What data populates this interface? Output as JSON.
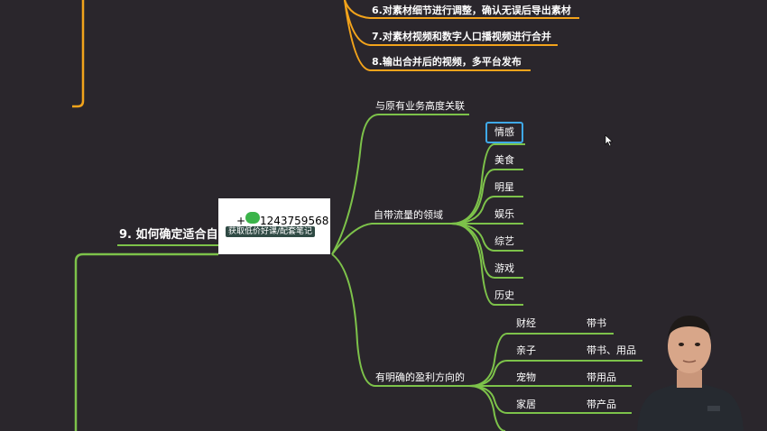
{
  "colors": {
    "background": "#2a262c",
    "orange_branch": "#f2a31b",
    "green_branch": "#7dc24a",
    "selection": "#3fa9e8"
  },
  "top_steps": [
    "6.对素材细节进行调整，确认无误后导出素材",
    "7.对素材视频和数字人口播视频进行合并",
    "8.输出合并后的视频，多平台发布"
  ],
  "main_topic": "9. 如何确定适合自",
  "branches": {
    "b1": "与原有业务高度关联",
    "b2": "自带流量的领域",
    "b3": "有明确的盈利方向的"
  },
  "traffic_domains": [
    "情感",
    "美食",
    "明星",
    "娱乐",
    "综艺",
    "游戏",
    "历史"
  ],
  "profit_rows": [
    {
      "cat": "财经",
      "mode": "带书"
    },
    {
      "cat": "亲子",
      "mode": "带书、用品"
    },
    {
      "cat": "宠物",
      "mode": "带用品"
    },
    {
      "cat": "家居",
      "mode": "带产品"
    }
  ],
  "watermark": {
    "plus": "+",
    "phone": "1243759568",
    "tag": "获取低价好课/配套笔记"
  }
}
